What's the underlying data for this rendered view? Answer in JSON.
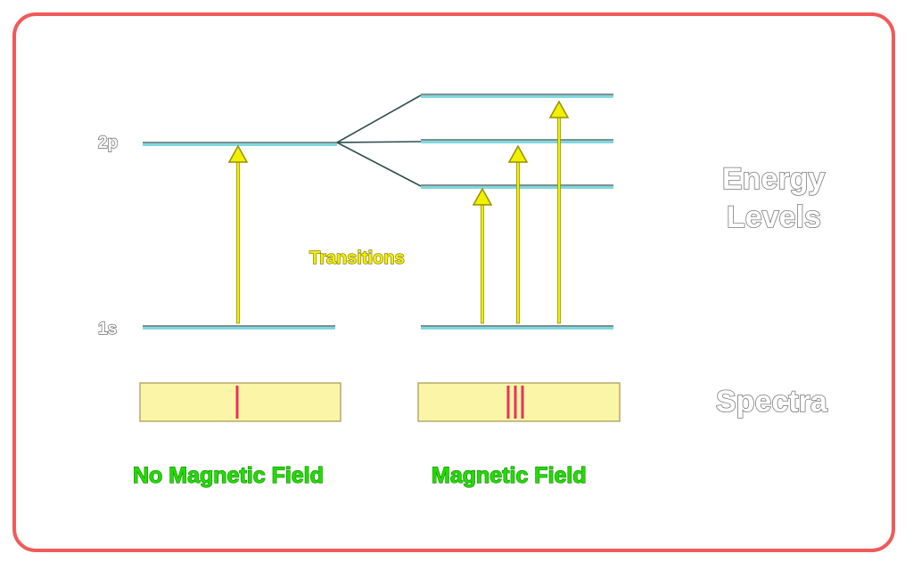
{
  "levels": {
    "upper": "2p",
    "lower": "1s"
  },
  "labels": {
    "energy_line1": "Energy",
    "energy_line2": "Levels",
    "spectra": "Spectra",
    "transitions": "Transitions",
    "no_field": "No Magnetic Field",
    "field": "Magnetic Field"
  },
  "colors": {
    "level_line": "#7fd8df",
    "split_line": "#2f4f4f",
    "arrow_fill": "#f0f000",
    "arrow_stroke": "#9a8f00",
    "spectrum_fill": "#fbf5a8",
    "spectrum_border": "#b5a96a",
    "spectral_line": "#e8325a",
    "frame": "#f05a5a"
  }
}
